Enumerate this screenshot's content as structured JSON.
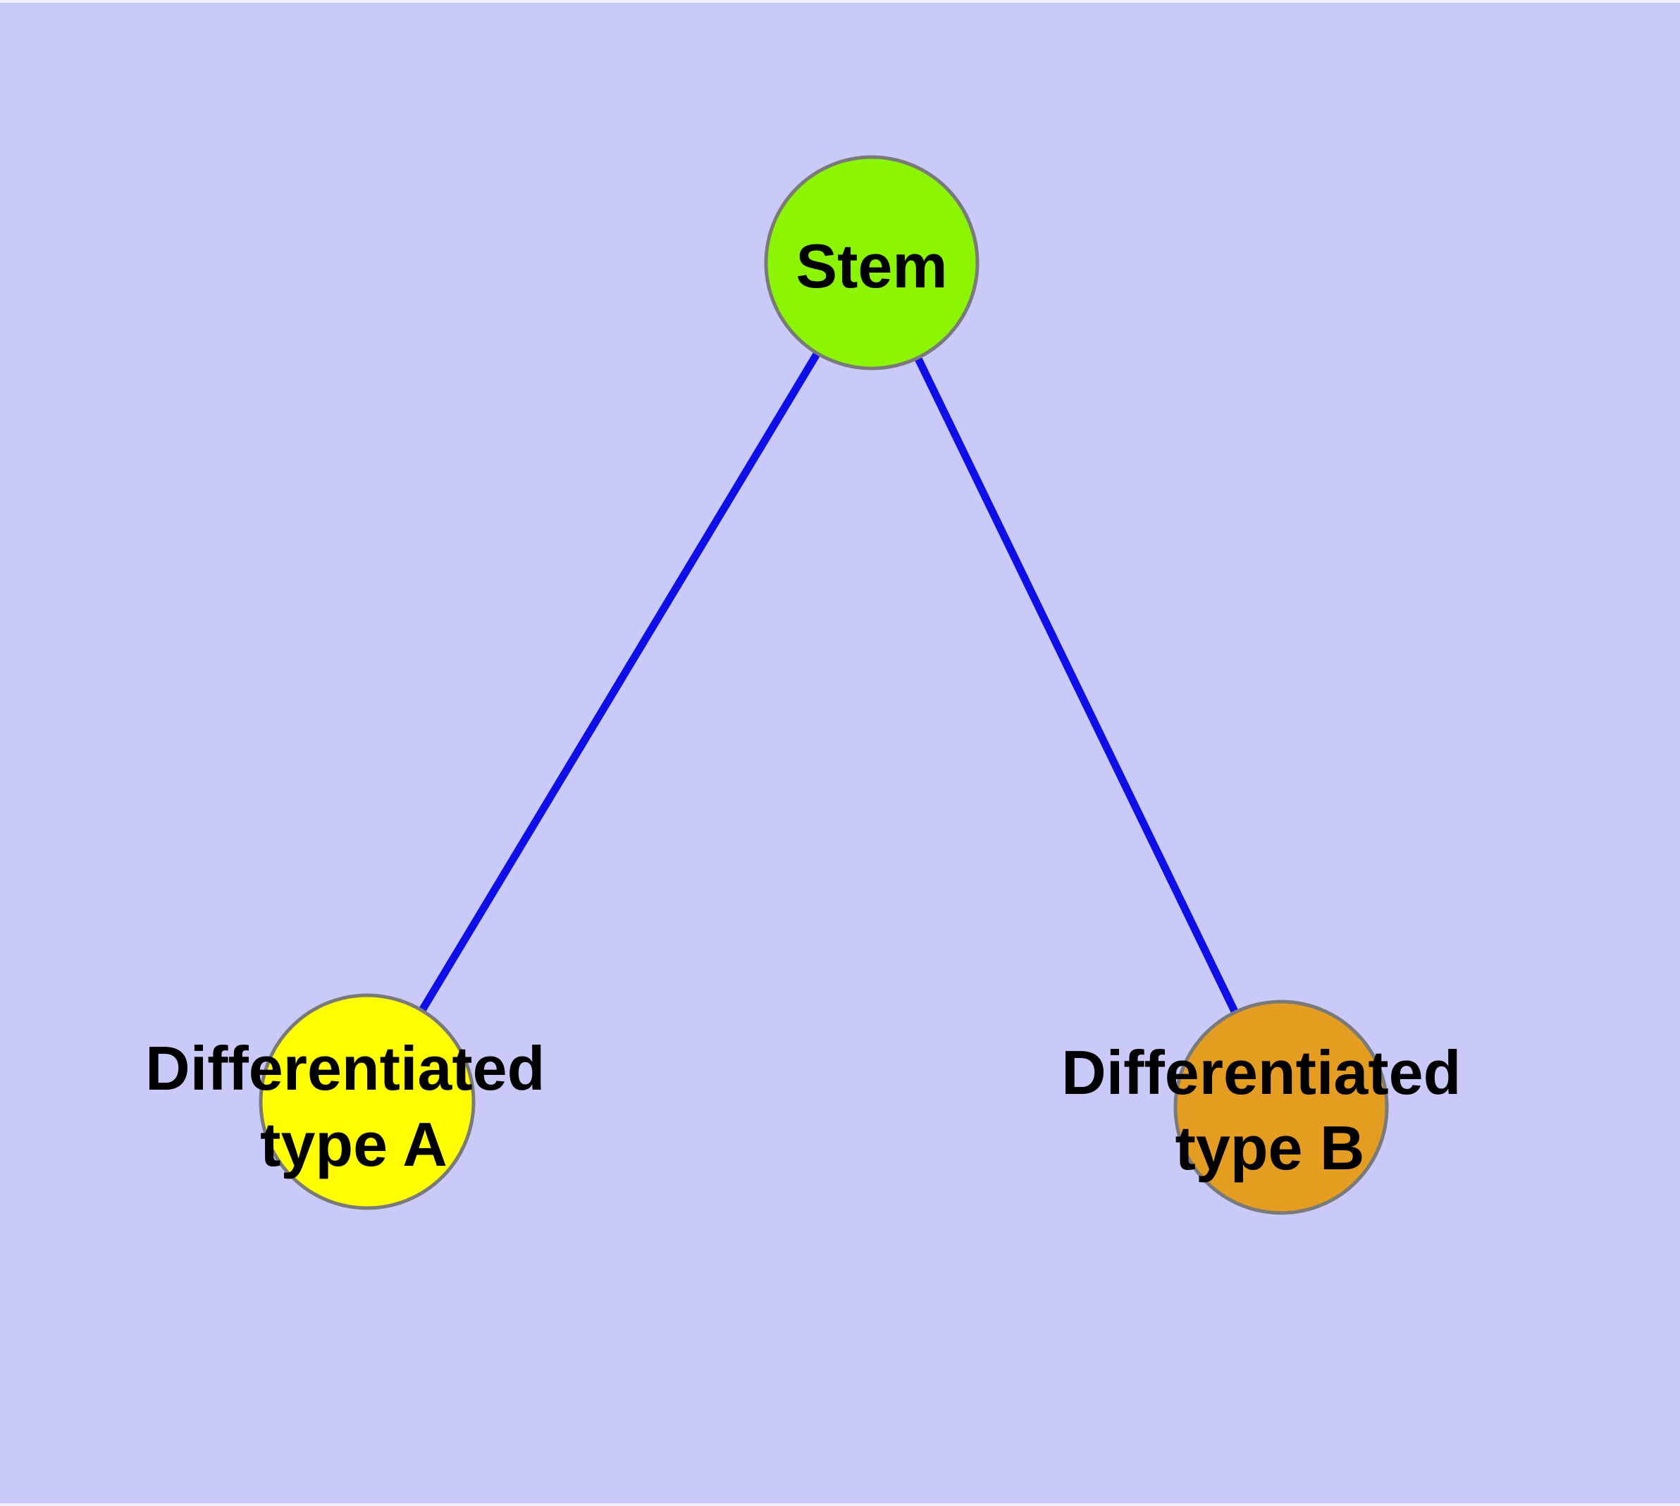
{
  "diagram": {
    "background_color": "#CACAF8",
    "window_edge_color": "#EFEFFC",
    "edge_color": "#0E0EE8",
    "node_border_color": "#7A7A7A",
    "text_color": "#000000",
    "nodes": [
      {
        "id": "stem",
        "label": "Stem",
        "line1": "Stem",
        "line2": "",
        "color": "#8CF502"
      },
      {
        "id": "differentiated-type-a",
        "label": "Differentiated type A",
        "line1": "Differentiated",
        "line2": "type A",
        "color": "#FFFF00"
      },
      {
        "id": "differentiated-type-b",
        "label": "Differentiated type B",
        "line1": "Differentiated",
        "line2": "type B",
        "color": "#E49D20"
      }
    ],
    "edges": [
      {
        "from": "stem",
        "to": "differentiated-type-a"
      },
      {
        "from": "stem",
        "to": "differentiated-type-b"
      }
    ]
  }
}
